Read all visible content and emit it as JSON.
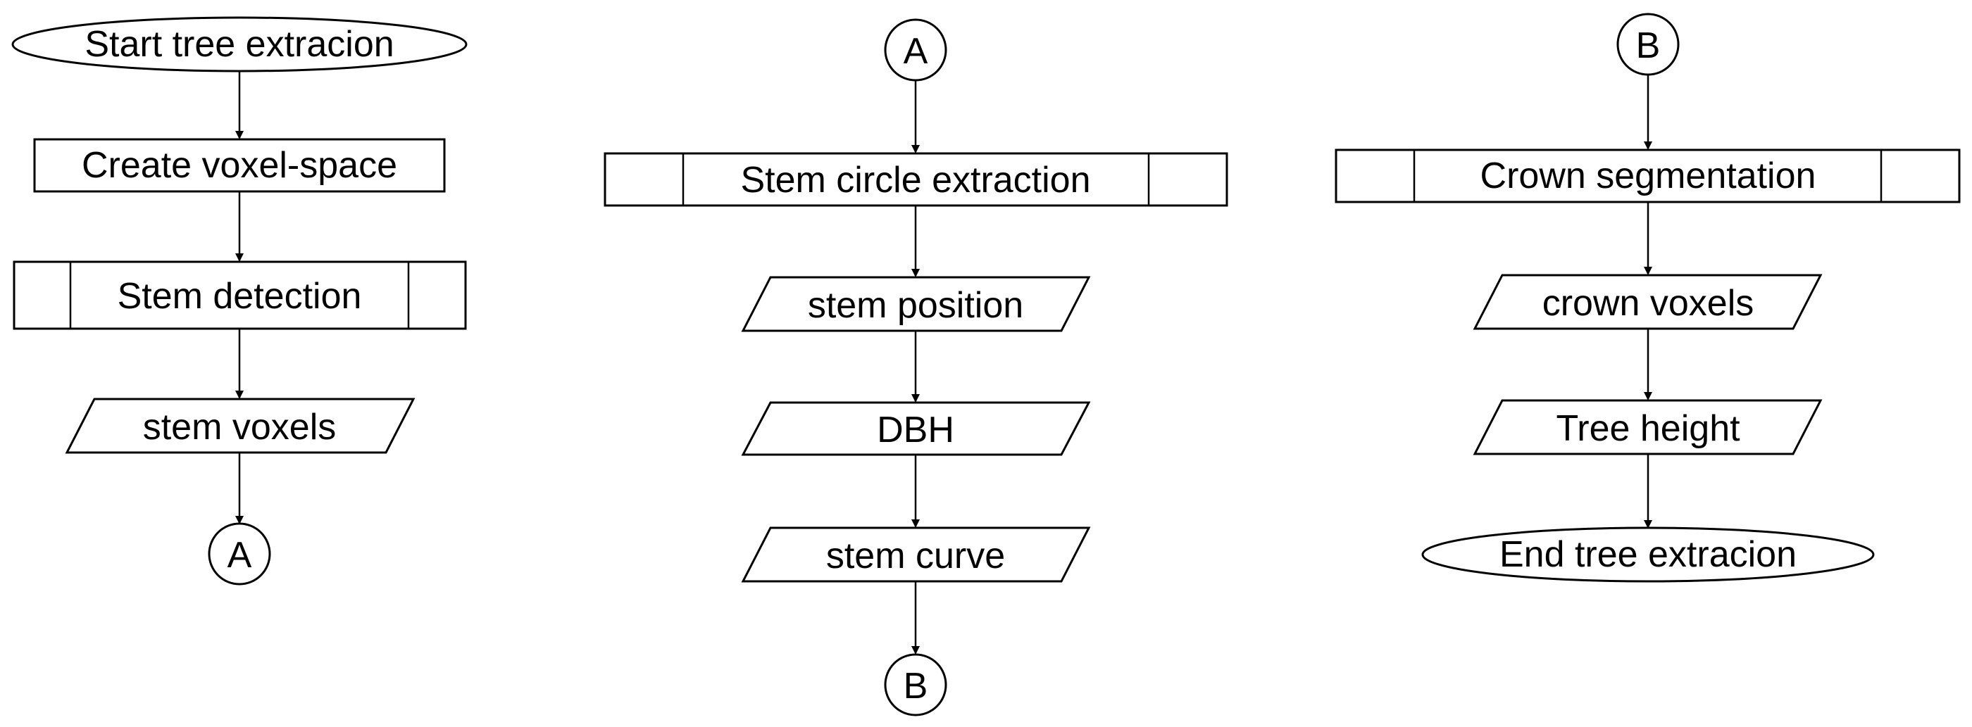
{
  "flowchart": {
    "col1": {
      "start": "Start tree extracion",
      "create_voxel_space": "Create voxel-space",
      "stem_detection": "Stem detection",
      "stem_voxels": "stem voxels",
      "connector_a": "A"
    },
    "col2": {
      "connector_a": "A",
      "stem_circle_extraction": "Stem circle extraction",
      "stem_position": "stem position",
      "dbh": "DBH",
      "stem_curve": "stem curve",
      "connector_b": "B"
    },
    "col3": {
      "connector_b": "B",
      "crown_segmentation": "Crown segmentation",
      "crown_voxels": "crown voxels",
      "tree_height": "Tree height",
      "end": "End tree extracion"
    }
  }
}
